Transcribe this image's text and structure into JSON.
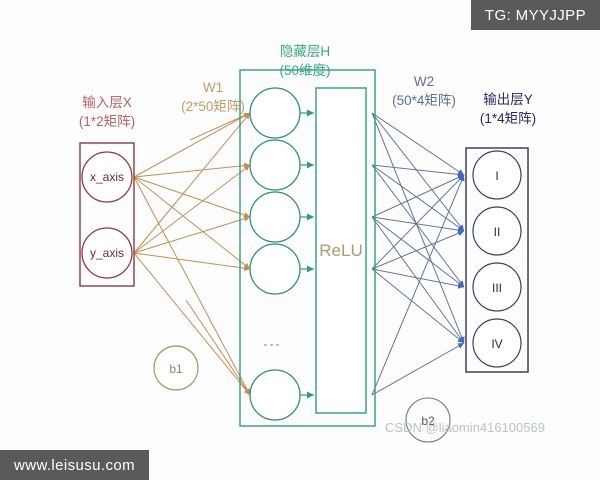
{
  "overlays": {
    "tag_badge": "TG: MYYJJPP",
    "site_watermark": "www.leisusu.com",
    "csdn_watermark": "CSDN @liaomin416100569"
  },
  "colors": {
    "input_layer": "#8c3a46",
    "hidden_layer": "#2f9e7e",
    "output_layer": "#3f3f5f",
    "w1_arrows": "#c08a4e",
    "w2_arrows": "#5b6f94",
    "bias": "#b09068",
    "relu_text": "#b09a6e",
    "output_label": "#2a2a5a",
    "output_node_arrow": "#3a62b5",
    "badge_bg": "#5a5a5a",
    "watermark_text": "#b9c6c1"
  },
  "layers": {
    "input": {
      "title": "输入层X",
      "subtitle": "(1*2矩阵)",
      "nodes": [
        {
          "label": "x_axis"
        },
        {
          "label": "y_axis"
        }
      ]
    },
    "hidden": {
      "title": "隐藏层H",
      "subtitle": "(50维度)",
      "activation": "ReLU",
      "node_count_shown": 5,
      "ellipsis": "⋮"
    },
    "output": {
      "title": "输出层Y",
      "subtitle": "(1*4矩阵)",
      "nodes": [
        {
          "label": "I"
        },
        {
          "label": "II"
        },
        {
          "label": "III"
        },
        {
          "label": "IV"
        }
      ]
    }
  },
  "weights": {
    "w1": {
      "title": "W1",
      "subtitle": "(2*50矩阵)"
    },
    "w2": {
      "title": "W2",
      "subtitle": "(50*4矩阵)"
    }
  },
  "biases": {
    "b1": "b1",
    "b2": "b2"
  }
}
